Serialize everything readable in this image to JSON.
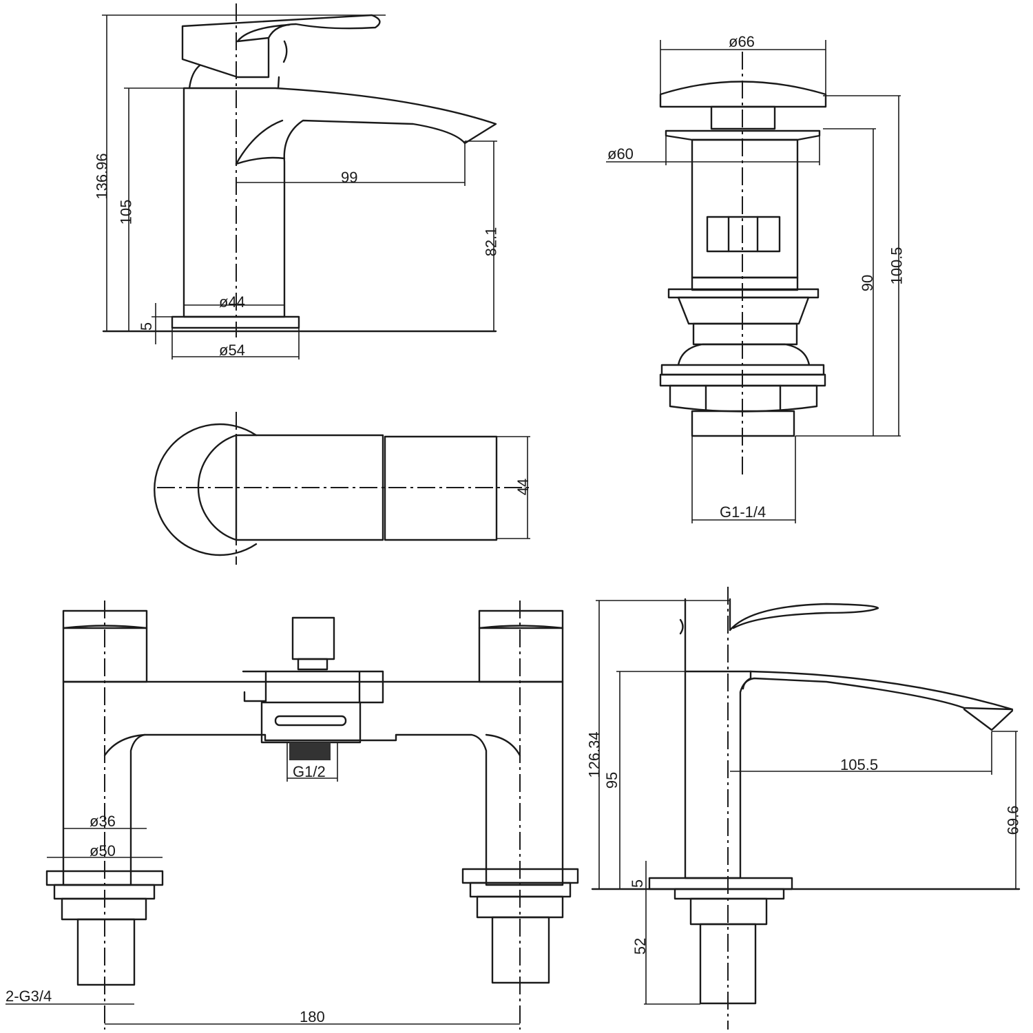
{
  "drawing": {
    "views": [
      {
        "id": "basin-mixer-side",
        "dimensions": {
          "overall_height": "136.96",
          "body_height": "105",
          "spout_reach": "99",
          "spout_outlet_height": "82.1",
          "body_diameter": "ø44",
          "base_thickness": "5",
          "base_diameter": "ø54"
        }
      },
      {
        "id": "basin-mixer-top",
        "dimensions": {
          "spout_width": "44"
        }
      },
      {
        "id": "waste-click-clack",
        "dimensions": {
          "cap_diameter": "ø66",
          "flange_diameter": "ø60",
          "body_length": "90",
          "overall_length": "100.5",
          "thread": "G1-1/4"
        }
      },
      {
        "id": "bath-shower-mixer-front",
        "dimensions": {
          "shower_outlet_thread": "G1/2",
          "pillar_diameter": "ø36",
          "base_diameter": "ø50",
          "inlet_thread": "2-G3/4",
          "centres": "180"
        }
      },
      {
        "id": "bath-shower-mixer-side",
        "dimensions": {
          "overall_height": "126.34",
          "body_height": "95",
          "spout_reach": "105.5",
          "spout_outlet_height": "69.6",
          "base_thickness": "5",
          "tail_length": "52"
        }
      }
    ],
    "colors": {
      "line": "#1a1a1a",
      "background": "#ffffff"
    }
  }
}
